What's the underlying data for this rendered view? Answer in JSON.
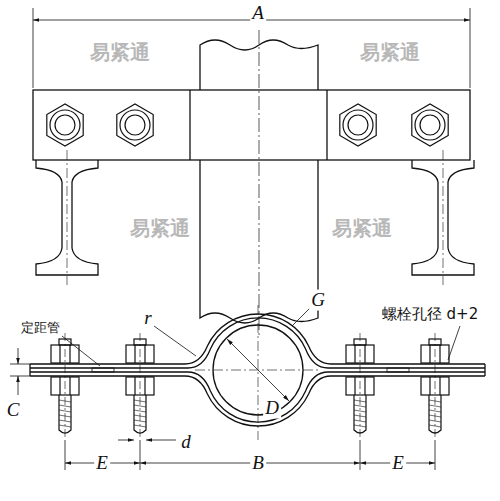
{
  "diagram": {
    "labels": [
      "A",
      "定距管",
      "r",
      "G",
      "螺栓孔径 d+2",
      "C",
      "D",
      "d",
      "E",
      "B",
      "E",
      "易紧通",
      "易紧通",
      "易紧通",
      "易紧通"
    ]
  }
}
